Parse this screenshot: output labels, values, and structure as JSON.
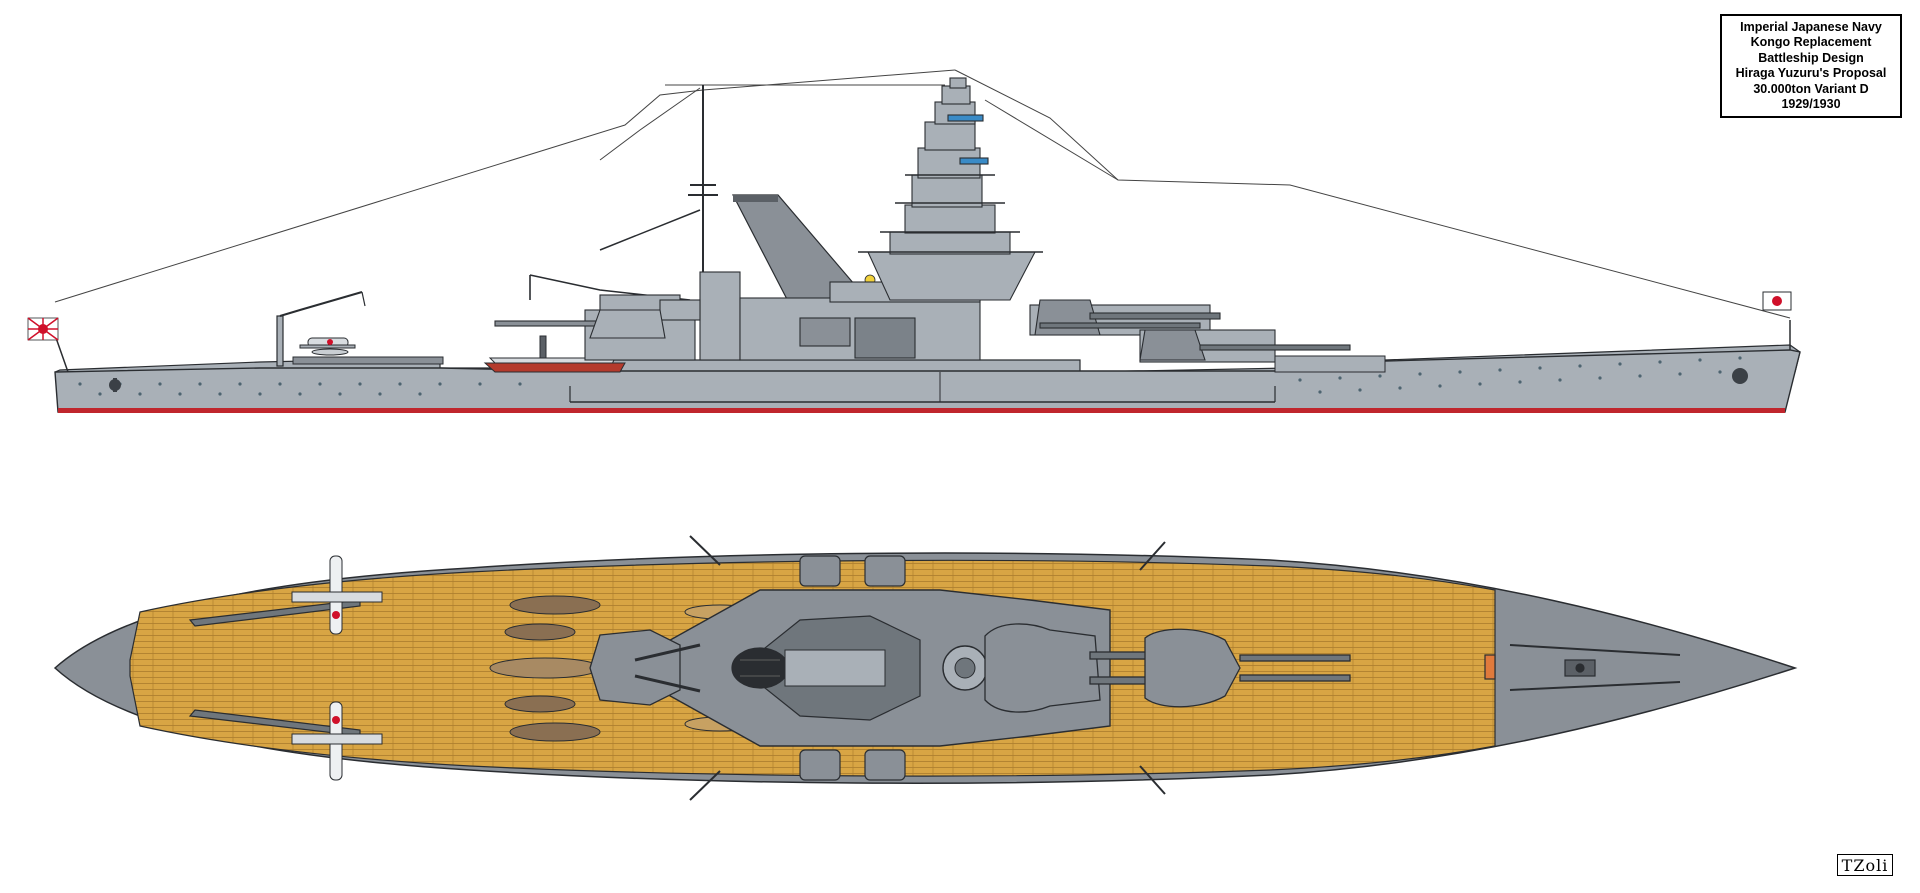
{
  "title_box": {
    "lines": [
      "Imperial Japanese Navy",
      "Kongo Replacement",
      "Battleship Design",
      "Hiraga Yuzuru's Proposal",
      "30.000ton Variant D",
      "1929/1930"
    ]
  },
  "signature": "TZoli",
  "colors": {
    "hull_grey": "#a9b0b7",
    "dark_grey": "#6f767c",
    "deck_wood": "#d8a544",
    "plank_line": "#9c7424",
    "boot_topping": "#c0262d",
    "flag_red": "#d0102a",
    "outline": "#2a2d31"
  }
}
